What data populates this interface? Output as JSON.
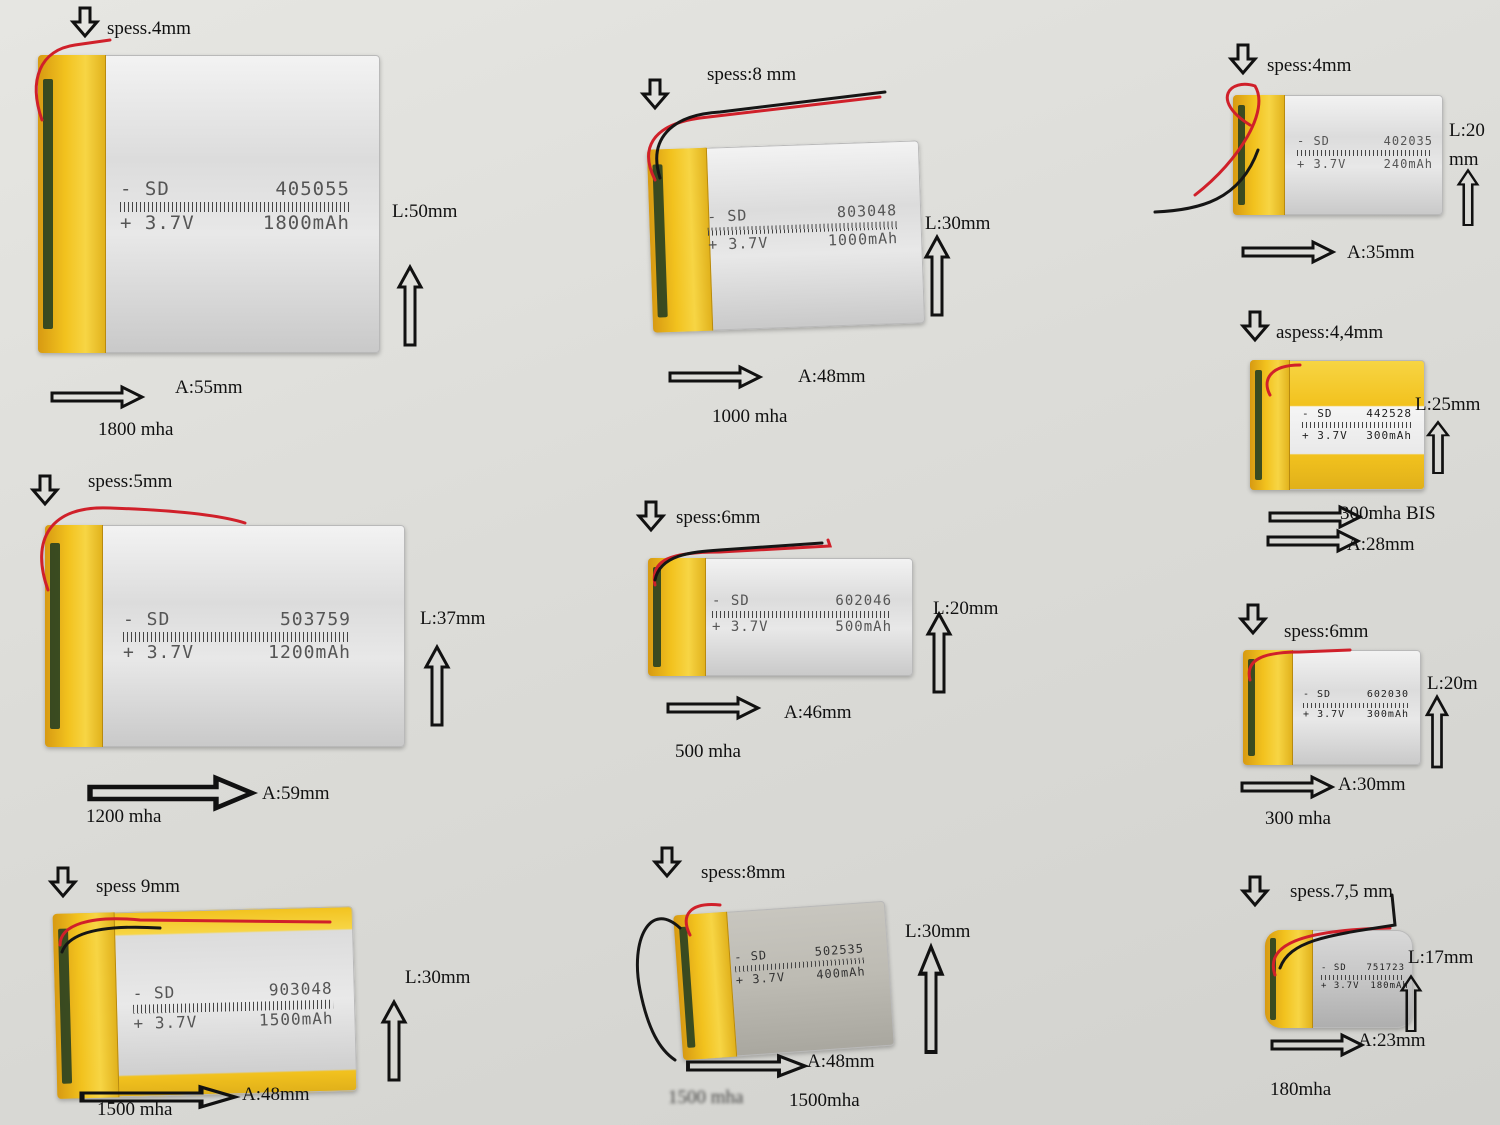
{
  "batteries": [
    {
      "id": "b1",
      "thickness": "spess.4mm",
      "length": "L:50mm",
      "width": "A:55mm",
      "capacity": "1800 mha",
      "model": "405055",
      "voltage": "3.7V",
      "rating": "1800mAh"
    },
    {
      "id": "b2",
      "thickness": "spess:8 mm",
      "length": "L:30mm",
      "width": "A:48mm",
      "capacity": "1000 mha",
      "model": "803048",
      "voltage": "3.7V",
      "rating": "1000mAh"
    },
    {
      "id": "b3",
      "thickness": "spess:4mm",
      "length_line1": "L:20",
      "length_line2": "mm",
      "width": "A:35mm",
      "model": "402035",
      "voltage": "3.7V",
      "rating": "240mAh"
    },
    {
      "id": "b4",
      "thickness": "aspess:4,4mm",
      "length": "L:25mm",
      "width": "A:28mm",
      "capacity": "300mha BIS",
      "model": "442528",
      "voltage": "3.7V",
      "rating": "300mAh"
    },
    {
      "id": "b5",
      "thickness": "spess:5mm",
      "length": "L:37mm",
      "width": "A:59mm",
      "capacity": "1200 mha",
      "model": "503759",
      "voltage": "3.7V",
      "rating": "1200mAh"
    },
    {
      "id": "b6",
      "thickness": "spess:6mm",
      "length": "L:20mm",
      "width": "A:46mm",
      "capacity": "500 mha",
      "model": "602046",
      "voltage": "3.7V",
      "rating": "500mAh"
    },
    {
      "id": "b7",
      "thickness": "spess:6mm",
      "length": "L:20m",
      "width": "A:30mm",
      "capacity": "300 mha",
      "model": "602030",
      "voltage": "3.7V",
      "rating": "300mAh"
    },
    {
      "id": "b8",
      "thickness": "spess 9mm",
      "length": "L:30mm",
      "width": "A:48mm",
      "capacity": "1500 mha",
      "model": "903048",
      "voltage": "3.7V",
      "rating": "1500mAh"
    },
    {
      "id": "b9",
      "thickness": "spess:8mm",
      "length": "L:30mm",
      "width": "A:48mm",
      "capacity_obscured": "1500 mha",
      "capacity": "1500mha",
      "model": "502535",
      "voltage": "3.7V",
      "rating": "400mAh"
    },
    {
      "id": "b10",
      "thickness": "spess.7,5 mm",
      "length": "L:17mm",
      "width": "A:23mm",
      "capacity": "180mha",
      "model": "751723",
      "voltage": "3.7V",
      "rating": "180mAh"
    }
  ],
  "print_prefix": {
    "minus": "- SD",
    "plus": "+"
  },
  "colors": {
    "background": "#dcdcd8",
    "tape": "#f2c21e",
    "foil": "#d9d9d9",
    "wire_red": "#d0202a",
    "wire_black": "#151515"
  }
}
